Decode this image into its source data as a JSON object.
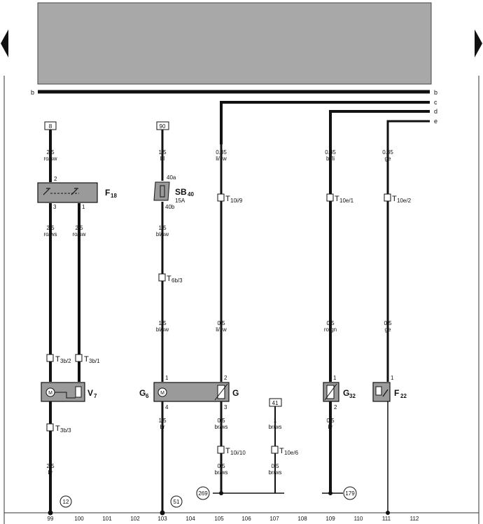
{
  "nav": {
    "prev_arrow": "triangle-left",
    "next_arrow": "triangle-right"
  },
  "colors": {
    "wire": "#111111",
    "component_fill": "#9a9a9a",
    "header_fill": "#a8a8a8",
    "background": "#ffffff"
  },
  "bus_labels": {
    "b_left": "b",
    "b_right": "b",
    "c": "c",
    "d": "d",
    "e": "e"
  },
  "terminals": {
    "t8": "8",
    "t90": "90",
    "t41": "41"
  },
  "wire_specs": {
    "w99a_size": "2.5",
    "w99a_color": "ro/sw",
    "w99b_size": "2.5",
    "w99b_color": "ro/ws",
    "w99c_size": "2.5",
    "w99c_color": "br",
    "w100_size": "2.5",
    "w100_color": "ro/sw",
    "w103a_size": "1.5",
    "w103a_color": "bl",
    "w103b_size": "1.5",
    "w103b_color": "bl/sw",
    "w103c_size": "1.5",
    "w103c_color": "bl/sw",
    "w103d_size": "1.5",
    "w103d_color": "br",
    "w105a_size": "0.35",
    "w105a_color": "li/sw",
    "w105b_size": "0.5",
    "w105b_color": "li/sw",
    "w105c_size": "0.5",
    "w105c_color": "br/ws",
    "w105d_size": "0.5",
    "w105d_color": "br/ws",
    "w107a_size": "1",
    "w107a_color": "br/ws",
    "w107b_size": "0.5",
    "w107b_color": "br/ws",
    "w109a_size": "0.35",
    "w109a_color": "bl/li",
    "w109b_size": "0.5",
    "w109b_color": "ro/gn",
    "w109c_size": "0.5",
    "w109c_color": "br",
    "w111a_size": "0.35",
    "w111a_color": "ge",
    "w111b_size": "0.5",
    "w111b_color": "ge"
  },
  "components": {
    "f18_main": "F",
    "f18_sub": "18",
    "sb40_main": "SB",
    "sb40_sub": "40",
    "sb40_rating": "15A",
    "sb40_pin_in": "40a",
    "sb40_pin_out": "40b",
    "v7_main": "V",
    "v7_sub": "7",
    "g6_main": "G",
    "g6_sub": "6",
    "g_main": "G",
    "g32_main": "G",
    "g32_sub": "32",
    "f22_main": "F",
    "f22_sub": "22"
  },
  "pins": {
    "f18_in": "2",
    "f18_out_a": "3",
    "f18_out_b": "1",
    "g_top": "2",
    "g_bottom": "3",
    "g6_top": "1",
    "g6_bottom": "4",
    "g32_top": "1",
    "g32_bottom": "2",
    "f22_top": "1"
  },
  "connectors": {
    "t10i9_main": "T",
    "t10i9_sub": "10i/9",
    "t10e1_main": "T",
    "t10e1_sub": "10e/1",
    "t10e2_main": "T",
    "t10e2_sub": "10e/2",
    "t6b3_main": "T",
    "t6b3_sub": "6b/3",
    "t3b2_main": "T",
    "t3b2_sub": "3b/2",
    "t3b1_main": "T",
    "t3b1_sub": "3b/1",
    "t3b3_main": "T",
    "t3b3_sub": "3b/3",
    "t10i10_main": "T",
    "t10i10_sub": "10i/10",
    "t10e6_main": "T",
    "t10e6_sub": "10e/6"
  },
  "references": {
    "r12": "12",
    "r51": "51",
    "r269": "269",
    "r179": "179"
  },
  "track_numbers": [
    "99",
    "100",
    "101",
    "102",
    "103",
    "104",
    "105",
    "106",
    "107",
    "108",
    "109",
    "110",
    "111",
    "112"
  ]
}
